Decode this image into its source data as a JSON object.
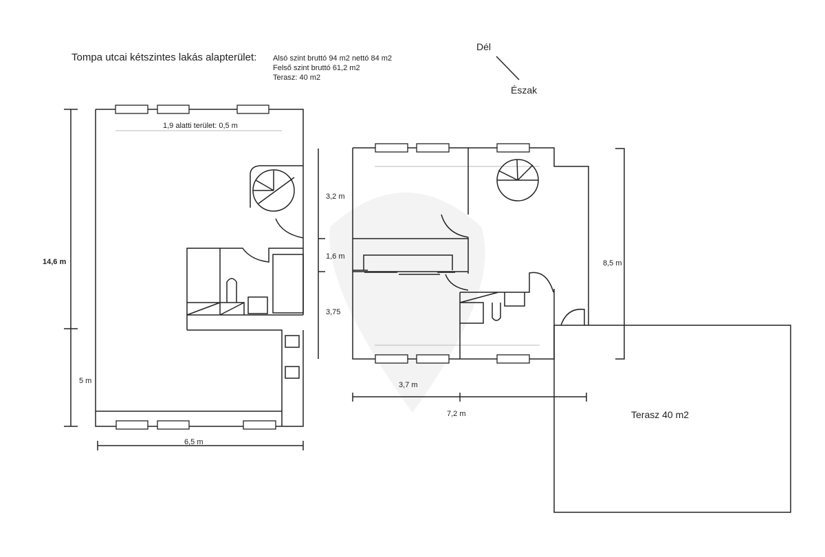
{
  "title": "Tompa utcai kétszintes lakás alapterület:",
  "areas": [
    "Alsó szint bruttó 94 m2 nettó 84 m2",
    "Felső szint bruttó 61,2 m2",
    "Terasz: 40 m2"
  ],
  "compass": {
    "south": "Dél",
    "north": "Észak"
  },
  "lower_floor": {
    "note": "1,9 alatti terület: 0,5 m",
    "height_total": "14,6 m",
    "height_part": "5 m",
    "width": "6,5 m"
  },
  "upper_floor": {
    "dim_a": "3,2 m",
    "dim_b": "1,6 m",
    "dim_c": "3,75",
    "height": "8,5 m",
    "width_part": "3,7 m",
    "width_total": "7,2 m"
  },
  "terrace": {
    "label": "Terasz 40 m2"
  }
}
